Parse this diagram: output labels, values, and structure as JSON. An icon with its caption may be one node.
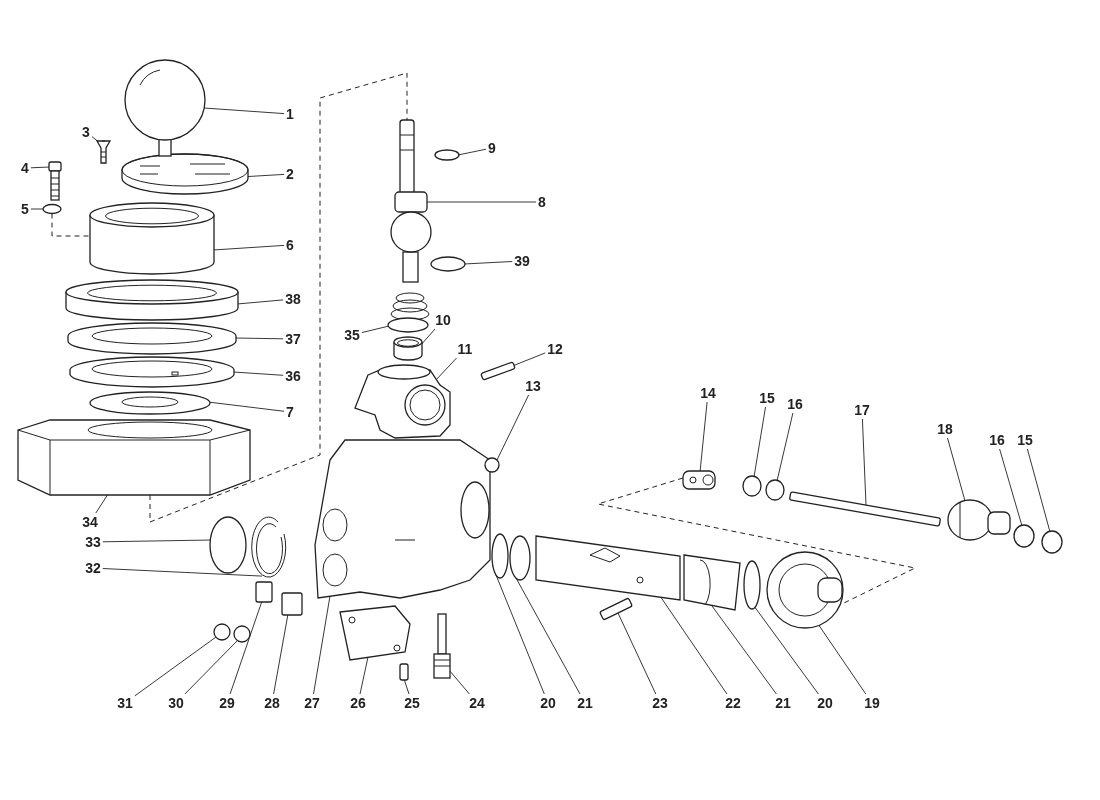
{
  "diagram": {
    "nodes": [
      {
        "text": [
          "1"
        ]
      },
      {
        "text": [
          "3"
        ]
      },
      {
        "text": [
          "4"
        ]
      },
      {
        "text": [
          "2"
        ]
      },
      {
        "text": [
          "5"
        ]
      },
      {
        "text": [
          "9"
        ]
      },
      {
        "text": [
          "8"
        ]
      },
      {
        "text": [
          "6"
        ]
      },
      {
        "text": [
          "39"
        ]
      },
      {
        "text": [
          "38"
        ]
      },
      {
        "text": [
          "10"
        ]
      },
      {
        "text": [
          "35"
        ]
      },
      {
        "text": [
          "37"
        ]
      },
      {
        "text": [
          "11"
        ]
      },
      {
        "text": [
          "12"
        ]
      },
      {
        "text": [
          "36"
        ]
      },
      {
        "text": [
          "13"
        ]
      },
      {
        "text": [
          "14"
        ]
      },
      {
        "text": [
          "15"
        ]
      },
      {
        "text": [
          "16"
        ]
      },
      {
        "text": [
          "17"
        ]
      },
      {
        "text": [
          "7"
        ]
      },
      {
        "text": [
          "18"
        ]
      },
      {
        "text": [
          "16"
        ]
      },
      {
        "text": [
          "15"
        ]
      },
      {
        "text": [
          "34"
        ]
      },
      {
        "text": [
          "33"
        ]
      },
      {
        "text": [
          "32"
        ]
      },
      {
        "text": [
          "31"
        ]
      },
      {
        "text": [
          "30"
        ]
      },
      {
        "text": [
          "29"
        ]
      },
      {
        "text": [
          "28"
        ]
      },
      {
        "text": [
          "27"
        ]
      },
      {
        "text": [
          "26"
        ]
      },
      {
        "text": [
          "25"
        ]
      },
      {
        "text": [
          "24"
        ]
      },
      {
        "text": [
          "20"
        ]
      },
      {
        "text": [
          "21"
        ]
      },
      {
        "text": [
          "23"
        ]
      },
      {
        "text": [
          "22"
        ]
      },
      {
        "text": [
          "21"
        ]
      },
      {
        "text": [
          "20"
        ]
      },
      {
        "text": [
          "19"
        ]
      },
      {
        "text": [],
        "shape": "picture"
      },
      {
        "text": [],
        "shape": "picture"
      },
      {
        "text": [],
        "shape": "picture"
      },
      {
        "text": [],
        "shape": "picture"
      },
      {
        "text": [],
        "shape": "circle"
      },
      {
        "text": [],
        "shape": "circle"
      },
      {
        "text": [],
        "shape": "picture"
      },
      {
        "text": [],
        "shape": "cylinder"
      },
      {
        "text": [],
        "shape": "circle"
      },
      {
        "text": [],
        "shape": "cylinder"
      },
      {
        "text": [],
        "shape": "cylinder"
      },
      {
        "text": [],
        "shape": "picture"
      },
      {
        "text": [],
        "shape": "picture"
      },
      {
        "text": [],
        "shape": "picture"
      },
      {
        "text": [],
        "shape": "box"
      },
      {
        "text": [],
        "shape": "picture"
      },
      {
        "text": [],
        "shape": "circle"
      },
      {
        "text": [],
        "shape": "picture"
      },
      {
        "text": [],
        "shape": "circle"
      },
      {
        "text": [],
        "shape": "circle"
      },
      {
        "text": [],
        "shape": "box"
      },
      {
        "text": [],
        "shape": "picture"
      },
      {
        "text": [],
        "shape": "picture"
      },
      {
        "text": [],
        "shape": "circle"
      },
      {
        "text": [],
        "shape": "circle"
      },
      {
        "text": [],
        "shape": "picture"
      },
      {
        "text": [],
        "shape": "circle"
      },
      {
        "text": [],
        "shape": "picture"
      },
      {
        "text": [],
        "shape": "circle"
      },
      {
        "text": [],
        "shape": "circle"
      },
      {
        "text": [],
        "shape": "box"
      },
      {
        "text": [],
        "shape": "box"
      },
      {
        "text": [],
        "shape": "picture"
      },
      {
        "text": [],
        "shape": "picture"
      },
      {
        "text": [],
        "shape": "box"
      },
      {
        "text": [],
        "shape": "picture"
      },
      {
        "text": [],
        "shape": "circle"
      },
      {
        "text": [],
        "shape": "circle"
      },
      {
        "text": [],
        "shape": "box"
      },
      {
        "text": [],
        "shape": "picture"
      },
      {
        "text": [],
        "shape": "picture"
      },
      {
        "text": [],
        "shape": "circle"
      },
      {
        "text": [],
        "shape": "picture"
      }
    ],
    "edges": [
      {
        "from": 0,
        "to": 43,
        "arrow": "none"
      },
      {
        "from": 1,
        "to": 44,
        "arrow": "none"
      },
      {
        "from": 2,
        "to": 45,
        "arrow": "none"
      },
      {
        "from": 3,
        "to": 46,
        "arrow": "none"
      },
      {
        "from": 4,
        "to": 47,
        "arrow": "none"
      },
      {
        "from": 5,
        "to": 48,
        "arrow": "none"
      },
      {
        "from": 6,
        "to": 49,
        "arrow": "none"
      },
      {
        "from": 7,
        "to": 50,
        "arrow": "none"
      },
      {
        "from": 8,
        "to": 51,
        "arrow": "none"
      },
      {
        "from": 9,
        "to": 52,
        "arrow": "none"
      },
      {
        "from": 10,
        "to": 53,
        "arrow": "none"
      },
      {
        "from": 11,
        "to": 54,
        "arrow": "none"
      },
      {
        "from": 12,
        "to": 55,
        "arrow": "none"
      },
      {
        "from": 13,
        "to": 56,
        "arrow": "none"
      },
      {
        "from": 14,
        "to": 57,
        "arrow": "none"
      },
      {
        "from": 15,
        "to": 58,
        "arrow": "none"
      },
      {
        "from": 16,
        "to": 59,
        "arrow": "none"
      },
      {
        "from": 17,
        "to": 60,
        "arrow": "none"
      },
      {
        "from": 18,
        "to": 61,
        "arrow": "none"
      },
      {
        "from": 19,
        "to": 62,
        "arrow": "none"
      },
      {
        "from": 20,
        "to": 63,
        "arrow": "none"
      },
      {
        "from": 21,
        "to": 64,
        "arrow": "none"
      },
      {
        "from": 22,
        "to": 65,
        "arrow": "none"
      },
      {
        "from": 23,
        "to": 66,
        "arrow": "none"
      },
      {
        "from": 24,
        "to": 67,
        "arrow": "none"
      },
      {
        "from": 25,
        "to": 68,
        "arrow": "none"
      },
      {
        "from": 26,
        "to": 69,
        "arrow": "none"
      },
      {
        "from": 27,
        "to": 70,
        "arrow": "none"
      },
      {
        "from": 28,
        "to": 71,
        "arrow": "none"
      },
      {
        "from": 29,
        "to": 72,
        "arrow": "none"
      },
      {
        "from": 30,
        "to": 73,
        "arrow": "none"
      },
      {
        "from": 31,
        "to": 74,
        "arrow": "none"
      },
      {
        "from": 32,
        "to": 75,
        "arrow": "none"
      },
      {
        "from": 33,
        "to": 76,
        "arrow": "none"
      },
      {
        "from": 34,
        "to": 77,
        "arrow": "none"
      },
      {
        "from": 35,
        "to": 78,
        "arrow": "none"
      },
      {
        "from": 36,
        "to": 79,
        "arrow": "none"
      },
      {
        "from": 37,
        "to": 80,
        "arrow": "none"
      },
      {
        "from": 38,
        "to": 81,
        "arrow": "none"
      },
      {
        "from": 39,
        "to": 82,
        "arrow": "none"
      },
      {
        "from": 40,
        "to": 83,
        "arrow": "none"
      },
      {
        "from": 41,
        "to": 84,
        "arrow": "none"
      },
      {
        "from": 42,
        "to": 85,
        "arrow": "none"
      },
      {
        "from": 47,
        "to": 50,
        "arrow": "none",
        "style": "dashed"
      },
      {
        "from": 68,
        "to": 49,
        "arrow": "none",
        "style": "dashed"
      },
      {
        "from": 60,
        "to": 85,
        "arrow": "none",
        "style": "dashed"
      }
    ]
  }
}
